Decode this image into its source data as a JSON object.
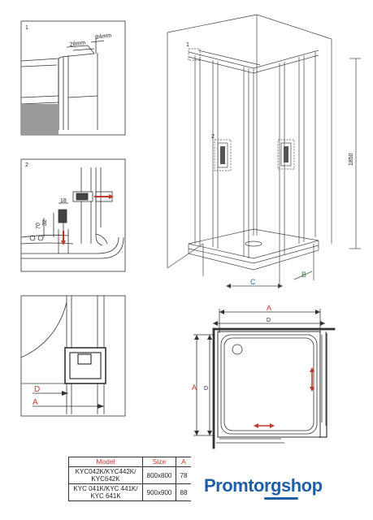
{
  "panels": {
    "p1": {
      "number": "1",
      "dim_a": "28mm",
      "dim_b": "34mm"
    },
    "p2": {
      "number": "2",
      "dim_18": "18",
      "dim_32": "32",
      "dim_70": "70"
    },
    "p3": {
      "dim_d": "D",
      "dim_a": "A"
    }
  },
  "iso": {
    "callout1": "1",
    "callout2": "2",
    "height": "1850",
    "dim_c": "C",
    "dim_b": "B"
  },
  "plan": {
    "dim_a": "A",
    "dim_d": "D"
  },
  "table": {
    "headers": [
      "Model",
      "Size",
      "A"
    ],
    "rows": [
      {
        "model_line1": "KYC042K/KYC442K/",
        "model_line2": "KYC642K",
        "size": "800x800",
        "a": "78"
      },
      {
        "model_line1": "KYC 041K/KYC 441K/",
        "model_line2": "KYC 641K",
        "size": "900x900",
        "a": "88"
      }
    ]
  },
  "logo": {
    "part1": "Promtorg",
    "part2": "shop"
  },
  "colors": {
    "accent_red": "#c0392b",
    "brand_blue": "#1f5fa8"
  }
}
